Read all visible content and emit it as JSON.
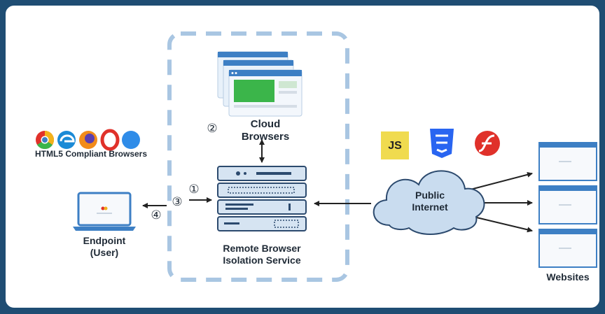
{
  "browsers_caption": "HTML5 Compliant Browsers",
  "cloud_browsers_label": [
    "Cloud",
    "Browsers"
  ],
  "endpoint_label": [
    "Endpoint",
    "(User)"
  ],
  "rbi_label": [
    "Remote Browser",
    "Isolation Service"
  ],
  "internet_label": [
    "Public",
    "Internet"
  ],
  "websites_label": "Websites",
  "steps": [
    "①",
    "②",
    "③",
    "④"
  ],
  "js_badge": "JS",
  "colors": {
    "frame": "#1f4d73",
    "dashed_box": "#a9c6e2",
    "server_fill": "#d6e4f2",
    "server_stroke": "#2c4a6e",
    "cloud_fill": "#c9dcef",
    "js_bg": "#f0db4f",
    "css_blue": "#2965f1",
    "flash_red": "#e0312a",
    "screen_green": "#3bb54a"
  }
}
